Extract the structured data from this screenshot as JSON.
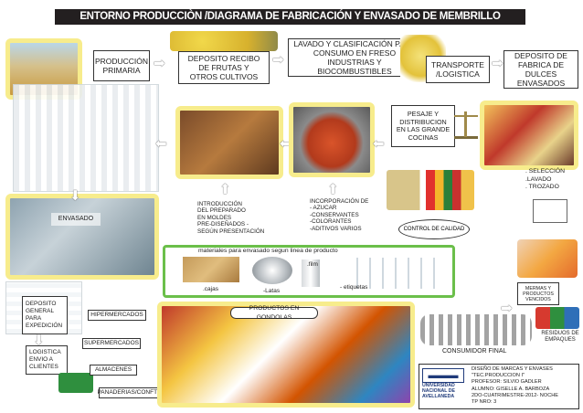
{
  "title": "ENTORNO PRODUCCIÒN /DIAGRAMA DE FABRICACIÓN Y ENVASADO DE MEMBRILLO",
  "steps": {
    "produccion": "PRODUCCIÓN PRIMARIA",
    "deposito": "DEPOSITO RECIBO DE FRUTAS Y OTROS CULTIVOS",
    "lavado": "LAVADO Y CLASIFICACIÓN PARA CONSUMO EN FRESO INDUSTRIAS Y BIOCOMBUSTIBLES",
    "transporte": "TRANSPORTE /LOGISTICA",
    "deposito_dulces": "DEPOSITO DE FABRICA DE DULCES ENVASADOS",
    "pesaje": "PESAJE Y DISTRIBUCION EN LAS GRANDE COCINAS",
    "envasado": "ENVASADO",
    "deposito_general": "DEPOSITO GENERAL PARA EXPEDICIÓN",
    "logistica": "LOGISTICA ENVIO A CLIENTES",
    "consumidor": "CONSUMIDOR FINAL",
    "productos_gondolas": "PRODUCTOS EN GONDOLAS",
    "control": "CONTROL DE CALIDAD",
    "mermas": "MERMAS Y PRODUCTOS VENCIDOS",
    "residuos": "RESIDUOS DE EMPAQUES"
  },
  "notes": {
    "seleccion": ". SELECCIÓN\n.LAVADO\n. TROZADO",
    "introduccion": "INTRODUCCIÓN\nDEL PREPARADO\nEN MOLDES\nPRE-DISEÑADOS -\nSEGÚN PRESENTACIÓN",
    "incorporacion": "INCORPORACIÓN DE\n- AZUCAR\n-CONSERVANTES\n-COLORANTES\n-ADITIVOS VARIOS"
  },
  "materials": {
    "heading": "materiales para envasado segun linea de producto",
    "cajas": ".cajas",
    "latas": "-Latas",
    "film": ".film",
    "etiquetas": "- etiquetas"
  },
  "channels": [
    "HIPERMERCADOS",
    "SUPERMERCADOS",
    "ALMACENES",
    "PANADERIAS/CONFTERIAS"
  ],
  "university": [
    "UNIVERSIDAD",
    "NACIONAL DE",
    "AVELLANEDA"
  ],
  "credits": "DISEÑO DE MARCAS Y ENVASES\n\"TEC.PRODUCCION I\"\nPROFESOR: SILVIO GADLER\nALUMNO: GISELLE A. BARBOZA\n2DO-CUATRIMESTRE-2012- NOCHE\nTP NRO: 3",
  "colors": {
    "frame": "#f7ec8c",
    "banner": "#231f20",
    "materials_border": "#6bbf4a"
  }
}
